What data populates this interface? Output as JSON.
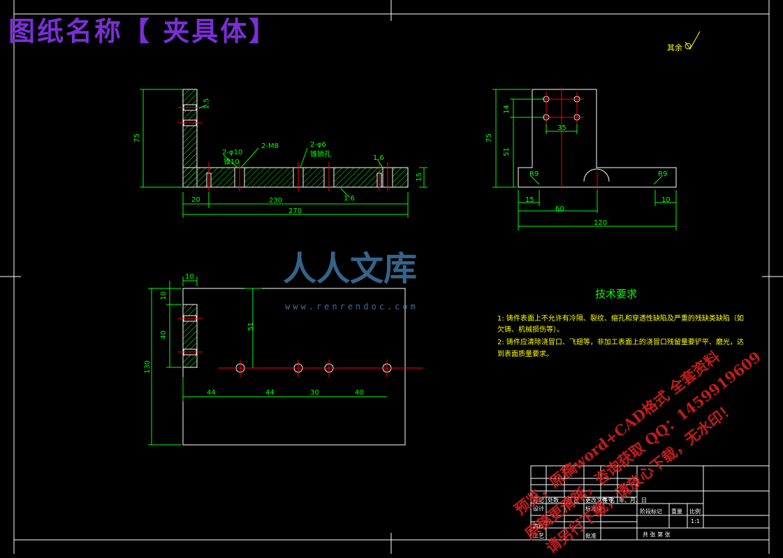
{
  "drawing": {
    "title": "图纸名称【 夹具体】",
    "roughness_note": "其余"
  },
  "dimensions": {
    "side_view": [
      "75",
      "20",
      "230",
      "270",
      "15",
      "1.5",
      "2-φ10",
      "锥10",
      "2-M8",
      "2-φ6",
      "锥销孔",
      "1.6",
      "1.6"
    ],
    "right_view": [
      "75",
      "14",
      "35",
      "51",
      "R9",
      "R9",
      "15",
      "60",
      "120",
      "10"
    ],
    "top_view": [
      "10",
      "10",
      "40",
      "130",
      "51",
      "44",
      "44",
      "30",
      "40"
    ]
  },
  "tech_requirements": {
    "heading": "技术要求",
    "lines": [
      "1: 铸件表面上不允许有冷隔、裂纹、缩孔和穿透性缺陷及严重的残缺类缺陷（如",
      "欠铸、机械损伤等）。",
      "2: 铸件应清除浇冒口、飞翅等，非加工表面上的浇冒口残留量要铲平、磨光，达",
      "到表面质量要求。"
    ]
  },
  "title_block": {
    "labels": [
      "标记",
      "处数",
      "分 区",
      "更改文件号",
      "签 名",
      "年、月、日",
      "设计",
      "标准化",
      "阶段标记",
      "重量",
      "比例",
      "审核",
      "工艺",
      "批准",
      "1:1",
      "共 张 第 张"
    ]
  },
  "watermark": {
    "logo": "人人文库",
    "url": "www.renrendoc.com",
    "red_lines": [
      "预览，原稿word+CAD格式 全套资料",
      "原稿更清晰，咨询获取 QQ：1459919609",
      "请另行下载，请放心下载，无水印！"
    ]
  },
  "colors": {
    "background": "#000000",
    "outline": "#ffffff",
    "dimension": "#00ff00",
    "centerline": "#ff0000",
    "hatch": "#00ff00",
    "note_text": "#ffff00",
    "title_text": "#7a2fd6",
    "watermark_red": "#d02020",
    "watermark_blue": "#3b6f9b"
  }
}
